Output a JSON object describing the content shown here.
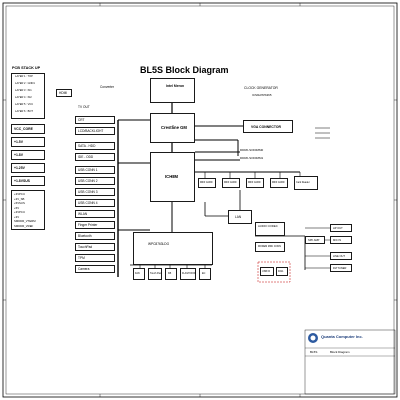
{
  "title": "BL5S Block Diagram",
  "pcb_stack": {
    "heading": "PCB STACK UP",
    "layers": [
      "LAYER 1 : TOP",
      "LAYER 2 : GND1",
      "LAYER 3 : IN1",
      "LAYER 4 : IN2",
      "LAYER 5 : VCC",
      "LAYER 6 : BOT"
    ]
  },
  "power_rails": [
    "VCC_CORE",
    "+1.5V",
    "+1.8V",
    "+1.25V",
    "+1.8VSUS"
  ],
  "power_list": [
    "+3VPCU",
    "+3V_SB",
    "+5VSUS",
    "+5V",
    "+3VPCU",
    "+3V",
    "SMDDR_VTERM",
    "SMDDR_VREF"
  ],
  "blocks": {
    "hdmi": "HDMI",
    "converter": "Converter",
    "intel_meron": "Intel Meron",
    "crestline": "Crestline GM",
    "ich8m": "ICH8M",
    "clock_gen": "CLOCK GENERATOR",
    "clock_sub": "ICS9LPRS365",
    "vga": "VGA CONNECTOR",
    "ddr1": "DDRII-SODIMM0",
    "ddr2": "DDRII-SODIMM1",
    "audio_codec": "AUDIO CODEC",
    "mdc": "MODEM MDC CONN",
    "hp": "HP OUT",
    "mic": "MIC IN",
    "spk": "SPK AMP",
    "lineout": "LINE OUT",
    "fm": "FM TUNER",
    "usb": "USB IO",
    "rj": "RJ11",
    "kbc": "WPC8763LDG",
    "tv_out": "TV OUT",
    "crt": "CRT",
    "lcd": "LCD/BACKLIGHT",
    "sata": "SATA - HDD",
    "ide": "IDE - ODD",
    "usb_conn": [
      "USB CONN 1",
      "USB CONN 2",
      "USB CONN 3",
      "USB CONN 4"
    ],
    "wlan": "WLAN",
    "finger": "Finger Printer",
    "bluetooth": "Bluetooth",
    "touchpad": "TouchPad",
    "tpm": "TPM",
    "camera": "Camera",
    "minicard": [
      "MINI CARD",
      "MINI CARD",
      "MINI CARD",
      "MINI CARD",
      "Card Reader"
    ],
    "lan": "LAN",
    "kb_items": [
      "FAN",
      "Touch Pad",
      "KB",
      "FLASH ROM",
      "EC"
    ],
    "card_reader": "Card Reader"
  },
  "quanta": {
    "company": "Quanta Computer Inc.",
    "project": "BL5S",
    "doc": "Block Diagram"
  },
  "page_ref": "Page 1"
}
